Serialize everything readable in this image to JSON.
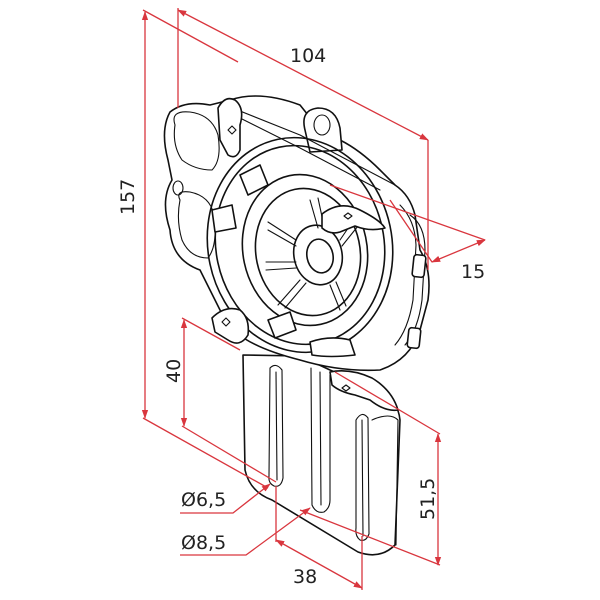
{
  "drawing": {
    "subject": "motor bracket / adaptor plate, isometric view",
    "colors": {
      "dimension_lines": "#d9363e",
      "part_outline": "#111111",
      "text": "#222222",
      "background": "#ffffff"
    },
    "dimensions": {
      "overall_width": "104",
      "overall_height": "157",
      "depth": "15",
      "slot_height": "40",
      "lower_height": "51,5",
      "slot_spacing": "38",
      "small_hole_diameter": "Ø6,5",
      "large_hole_diameter": "Ø8,5"
    }
  }
}
